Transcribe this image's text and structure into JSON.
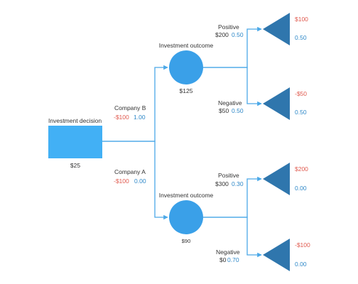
{
  "colors": {
    "decision_fill": "#42b0f5",
    "chance_fill": "#3aa0e8",
    "terminal_fill": "#2f76ad",
    "connector": "#4aa8e8",
    "negative_value": "#e05a4f",
    "probability": "#2e88c8",
    "text": "#333333"
  },
  "decision": {
    "title": "Investment decision",
    "value": "$25"
  },
  "branches": {
    "company_b": {
      "name": "Company B",
      "cost": "-$100",
      "prob": "1.00"
    },
    "company_a": {
      "name": "Company A",
      "cost": "-$100",
      "prob": "0.00"
    }
  },
  "chance_top": {
    "title": "Investment outcome",
    "value": "$125",
    "positive": {
      "label": "Positive",
      "amount": "$200",
      "prob": "0.50"
    },
    "negative": {
      "label": "Negative",
      "amount": "$50",
      "prob": "0.50"
    }
  },
  "chance_bottom": {
    "title": "Investment outcome",
    "value": "$90",
    "positive": {
      "label": "Positive",
      "amount": "$300",
      "prob": "0.30"
    },
    "negative": {
      "label": "Negative",
      "amount": "$0",
      "prob": "0.70"
    }
  },
  "terminals": [
    {
      "payoff": "$100",
      "prob": "0.50"
    },
    {
      "payoff": "-$50",
      "prob": "0.50"
    },
    {
      "payoff": "$200",
      "prob": "0.00"
    },
    {
      "payoff": "-$100",
      "prob": "0.00"
    }
  ]
}
